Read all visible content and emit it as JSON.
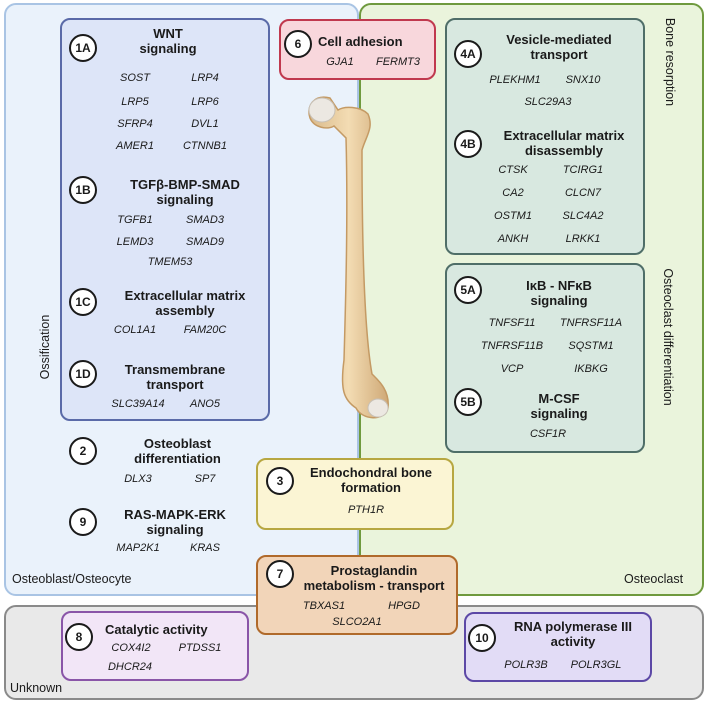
{
  "regions": {
    "osteoblast": "Osteoblast/Osteocyte",
    "osteoclast": "Osteoclast",
    "unknown": "Unknown"
  },
  "side_labels": {
    "ossification": "Ossification",
    "bone_resorption": "Bone resorption",
    "osteoclast_differentiation": "Osteoclast differentiation"
  },
  "modules": {
    "m1A": {
      "id": "1A",
      "title": "WNT\nsignaling",
      "genes": [
        "SOST",
        "LRP4",
        "LRP5",
        "LRP6",
        "SFRP4",
        "DVL1",
        "AMER1",
        "CTNNB1"
      ]
    },
    "m1B": {
      "id": "1B",
      "title": "TGFβ-BMP-SMAD\nsignaling",
      "genes": [
        "TGFB1",
        "SMAD3",
        "LEMD3",
        "SMAD9",
        "TMEM53"
      ]
    },
    "m1C": {
      "id": "1C",
      "title": "Extracellular matrix\nassembly",
      "genes": [
        "COL1A1",
        "FAM20C"
      ]
    },
    "m1D": {
      "id": "1D",
      "title": "Transmembrane\ntransport",
      "genes": [
        "SLC39A14",
        "ANO5"
      ]
    },
    "m2": {
      "id": "2",
      "title": "Osteoblast\ndifferentiation",
      "genes": [
        "DLX3",
        "SP7"
      ]
    },
    "m9": {
      "id": "9",
      "title": "RAS-MAPK-ERK\nsignaling",
      "genes": [
        "MAP2K1",
        "KRAS"
      ]
    },
    "m6": {
      "id": "6",
      "title": "Cell adhesion",
      "genes": [
        "GJA1",
        "FERMT3"
      ]
    },
    "m3": {
      "id": "3",
      "title": "Endochondral bone\nformation",
      "genes": [
        "PTH1R"
      ]
    },
    "m7": {
      "id": "7",
      "title": "Prostaglandin\nmetabolism - transport",
      "genes": [
        "TBXAS1",
        "HPGD",
        "SLCO2A1"
      ]
    },
    "m4A": {
      "id": "4A",
      "title": "Vesicle-mediated\ntransport",
      "genes": [
        "PLEKHM1",
        "SNX10",
        "SLC29A3"
      ]
    },
    "m4B": {
      "id": "4B",
      "title": "Extracellular matrix\ndisassembly",
      "genes": [
        "CTSK",
        "TCIRG1",
        "CA2",
        "CLCN7",
        "OSTM1",
        "SLC4A2",
        "ANKH",
        "LRKK1"
      ]
    },
    "m5A": {
      "id": "5A",
      "title": "IκB - NFκB\nsignaling",
      "genes": [
        "TNFSF11",
        "TNFRSF11A",
        "TNFRSF11B",
        "SQSTM1",
        "VCP",
        "IKBKG"
      ]
    },
    "m5B": {
      "id": "5B",
      "title": "M-CSF\nsignaling",
      "genes": [
        "CSF1R"
      ]
    },
    "m8": {
      "id": "8",
      "title": "Catalytic activity",
      "genes": [
        "COX4I2",
        "PTDSS1",
        "DHCR24"
      ]
    },
    "m10": {
      "id": "10",
      "title": "RNA polymerase III\nactivity",
      "genes": [
        "POLR3B",
        "POLR3GL"
      ]
    }
  }
}
